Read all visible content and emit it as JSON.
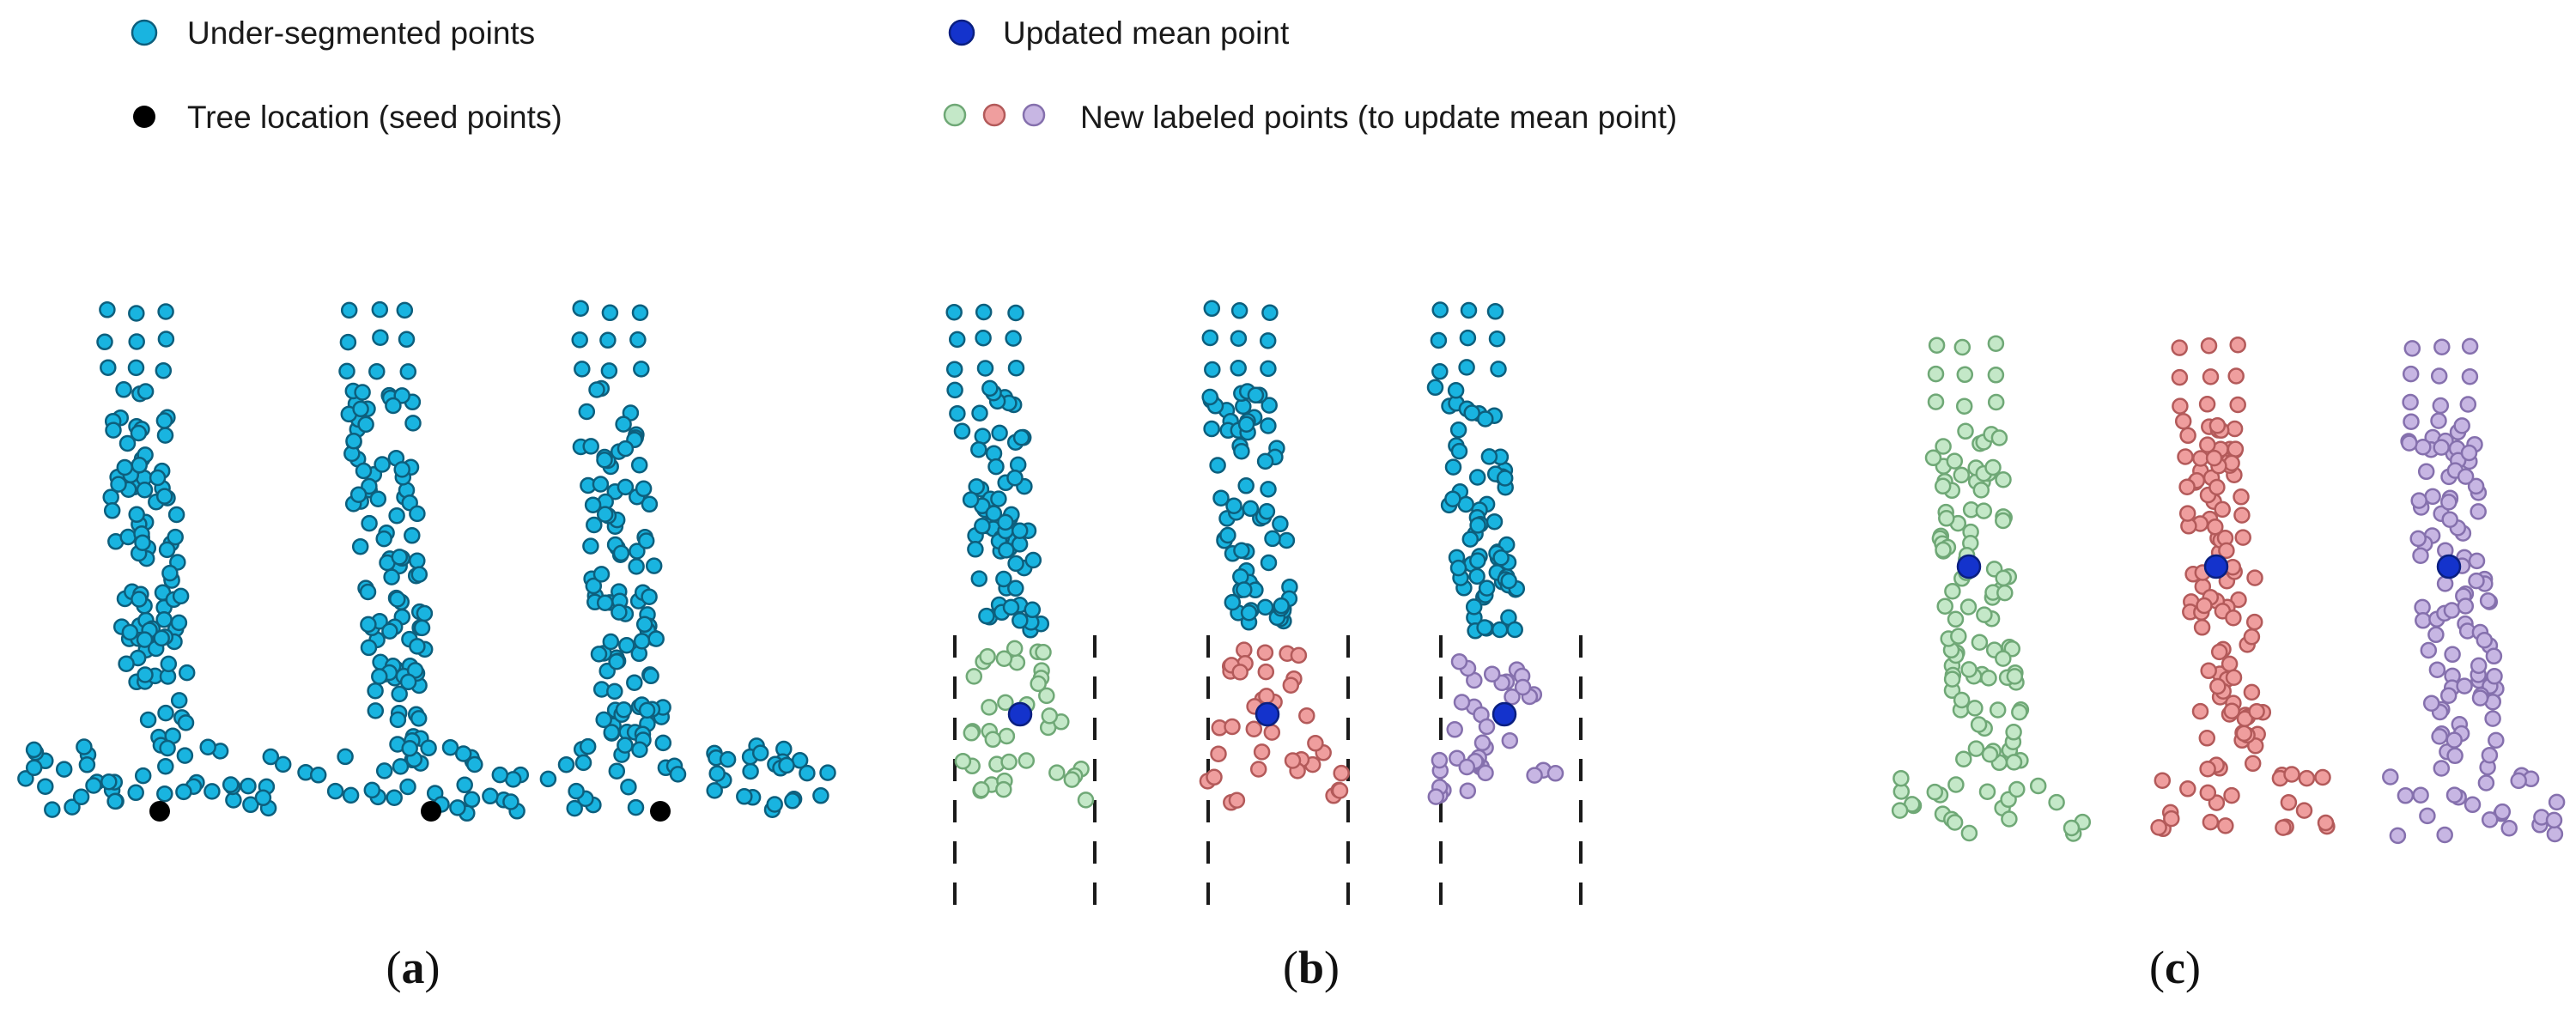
{
  "legend": [
    {
      "id": "under",
      "label": "Under-segmented points",
      "symbol": "under"
    },
    {
      "id": "mean",
      "label": "Updated mean point",
      "symbol": "mean"
    },
    {
      "id": "seed",
      "label": "Tree location (seed points)",
      "symbol": "seed"
    },
    {
      "id": "newlabeled",
      "label": "New labeled points (to update mean point)",
      "symbol": "triple"
    }
  ],
  "panels": [
    {
      "id": "a",
      "paren_open": "(",
      "letter": "a",
      "paren_close": ")"
    },
    {
      "id": "b",
      "paren_open": "(",
      "letter": "b",
      "paren_close": ")"
    },
    {
      "id": "c",
      "paren_open": "(",
      "letter": "c",
      "paren_close": ")"
    }
  ],
  "colors": {
    "under_fill": "#19b4e0",
    "under_stroke": "#0d5f7d",
    "mean_fill": "#1433cc",
    "mean_stroke": "#0a1f80",
    "seed_fill": "#000000",
    "green_fill": "#c4e8c8",
    "green_stroke": "#6fa876",
    "red_fill": "#ef9e9e",
    "red_stroke": "#b35a5a",
    "purple_fill": "#c7b6e3",
    "purple_stroke": "#8570ad"
  }
}
